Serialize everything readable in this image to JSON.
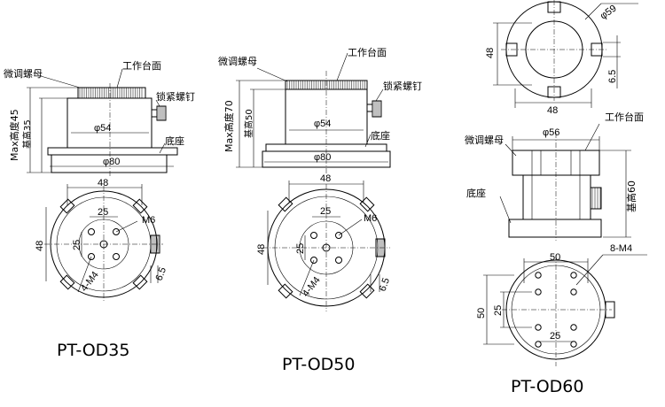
{
  "models": [
    {
      "name": "PT-OD35",
      "labels": {
        "knob": "微调螺母",
        "table": "工作台面",
        "screw": "锁紧螺钉",
        "base": "底座"
      },
      "dims": {
        "max_height": "Max高度45",
        "base_height": "基高35",
        "dia_body": "φ54",
        "dia_base": "φ80",
        "hole_span": "48",
        "hole_span_v": "48",
        "inner_span": "25",
        "inner_span_v": "25",
        "thread": "M6",
        "holes": "4-M4",
        "slot": "6.5"
      }
    },
    {
      "name": "PT-OD50",
      "labels": {
        "knob": "微调螺母",
        "table": "工作台面",
        "screw": "锁紧螺钉",
        "base": "底座"
      },
      "dims": {
        "max_height": "Max高度70",
        "base_height": "基高50",
        "dia_body": "φ54",
        "dia_base": "φ80",
        "hole_span": "48",
        "hole_span_v": "48",
        "inner_span": "25",
        "inner_span_v": "25",
        "thread": "M6",
        "holes": "4-M4",
        "slot": "6.5"
      }
    },
    {
      "name": "PT-OD60",
      "labels": {
        "knob": "微调螺母",
        "table": "工作台面",
        "base": "底座"
      },
      "dims": {
        "top_dia": "φ59",
        "top_span": "48",
        "top_width": "48",
        "slot": "6.5",
        "dia_body": "φ56",
        "base_height": "基高60",
        "holes": "8-M4",
        "span_outer": "50",
        "span_outer_v": "50",
        "span_inner": "25",
        "span_inner_v": "25"
      }
    }
  ]
}
